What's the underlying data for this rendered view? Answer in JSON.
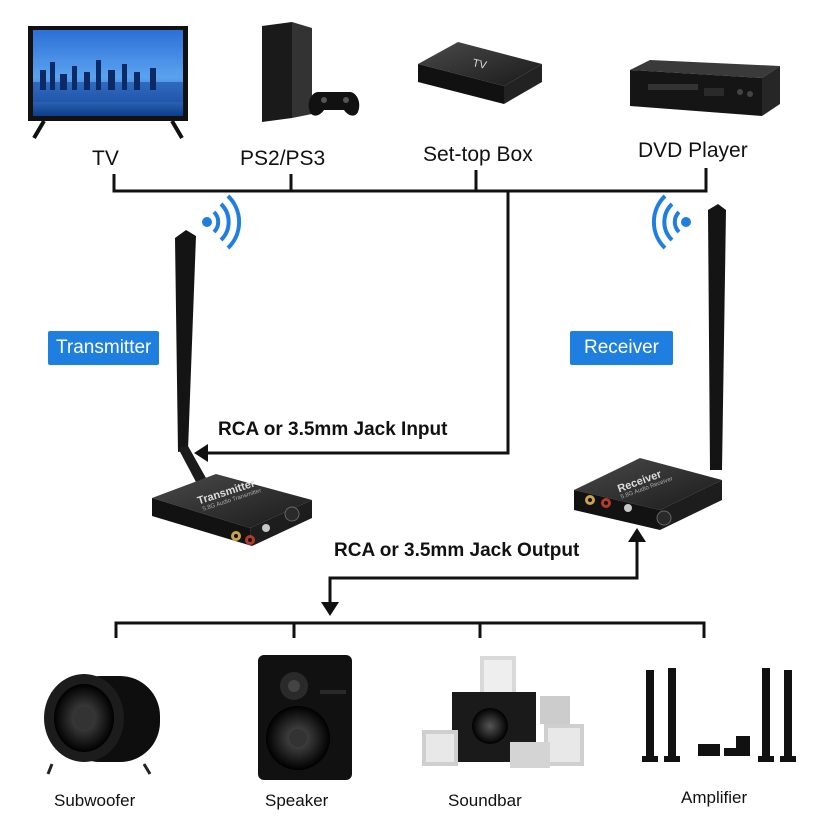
{
  "sources": [
    {
      "id": "tv",
      "label": "TV"
    },
    {
      "id": "ps",
      "label": "PS2/PS3"
    },
    {
      "id": "stb",
      "label": "Set-top Box"
    },
    {
      "id": "dvd",
      "label": "DVD Player"
    }
  ],
  "transmitter": {
    "badge": "Transmitter",
    "device_text": "Transmitter",
    "device_subtext": "5.8G Audio Transmitter",
    "input_label": "RCA or 3.5mm Jack Input"
  },
  "receiver": {
    "badge": "Receiver",
    "device_text": "Receiver",
    "device_subtext": "5.8G Audio Receiver",
    "output_label": "RCA or 3.5mm Jack Output"
  },
  "outputs": [
    {
      "id": "subwoofer",
      "label": "Subwoofer"
    },
    {
      "id": "speaker",
      "label": "Speaker"
    },
    {
      "id": "soundbar",
      "label": "Soundbar"
    },
    {
      "id": "amplifier",
      "label": "Amplifier"
    }
  ],
  "colors": {
    "badge": "#1e7fe0",
    "signal": "#1e7fe0",
    "line": "#111111"
  }
}
